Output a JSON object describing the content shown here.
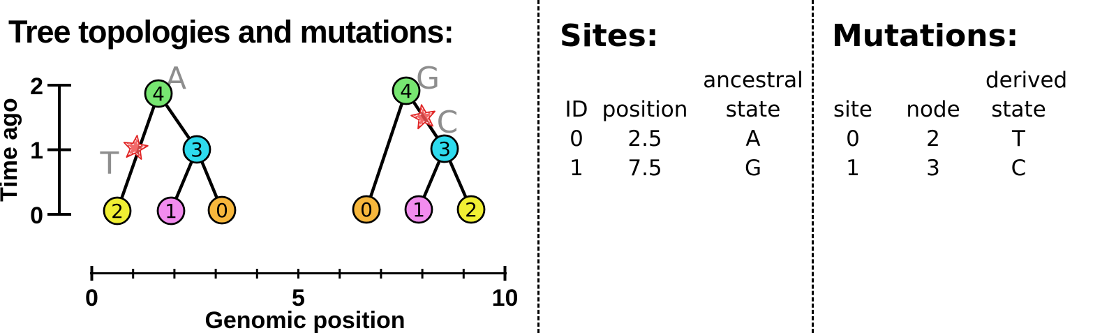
{
  "palette": {
    "node_green": "#77e671",
    "node_cyan": "#2edbee",
    "node_yellow": "#f0ef33",
    "node_violet": "#f28cee",
    "node_orange": "#f7b73c",
    "mutation_star_fill": "#f05050",
    "mutation_star_stroke": "#e02424",
    "state_label_gray": "#8e8e8e",
    "ink": "#000000"
  },
  "left_panel": {
    "title": "Tree topologies and mutations:",
    "time_axis": {
      "label": "Time ago",
      "ticks": [
        "2",
        "1",
        "0"
      ]
    },
    "genomic_axis": {
      "label": "Genomic position",
      "ticks": [
        "0",
        "5",
        "10"
      ]
    },
    "trees": [
      {
        "ancestral_state": "A",
        "mutation_state": "T",
        "nodes": {
          "root": "4",
          "internal": "3",
          "leaf_left": "2",
          "leaf_mid": "1",
          "leaf_right": "0"
        }
      },
      {
        "ancestral_state": "G",
        "mutation_state": "C",
        "nodes": {
          "root": "4",
          "internal": "3",
          "leaf_left": "0",
          "leaf_mid": "1",
          "leaf_right": "2"
        }
      }
    ]
  },
  "sites_panel": {
    "title": "Sites:",
    "headers": {
      "id": "ID",
      "position": "position",
      "state_line1": "ancestral",
      "state_line2": "state"
    },
    "rows": [
      {
        "id": "0",
        "position": "2.5",
        "state": "A"
      },
      {
        "id": "1",
        "position": "7.5",
        "state": "G"
      }
    ]
  },
  "mutations_panel": {
    "title": "Mutations:",
    "headers": {
      "site": "site",
      "node": "node",
      "state_line1": "derived",
      "state_line2": "state"
    },
    "rows": [
      {
        "site": "0",
        "node": "2",
        "state": "T"
      },
      {
        "site": "1",
        "node": "3",
        "state": "C"
      }
    ]
  }
}
